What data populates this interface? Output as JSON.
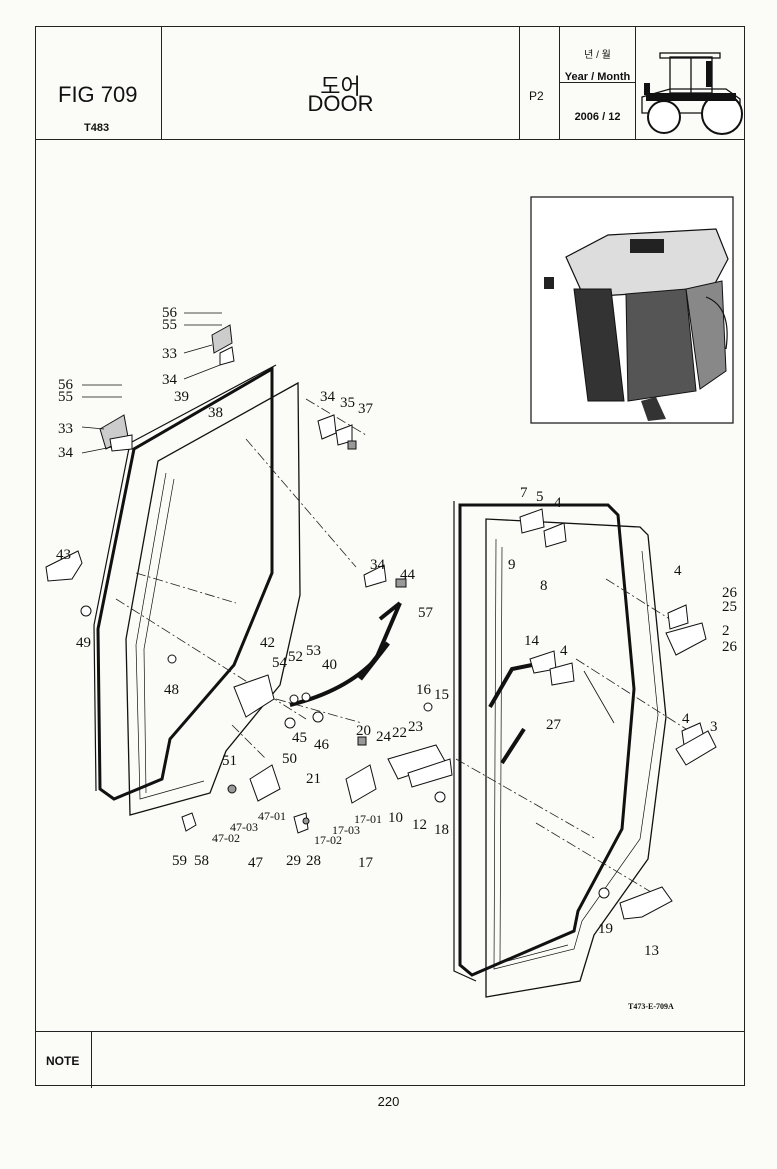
{
  "header": {
    "fig_no": "FIG 709",
    "model": "T483",
    "title_ko": "도어",
    "title_en": "DOOR",
    "page": "P2",
    "year_month_ko": "년 / 월",
    "year_month_en": "Year / Month",
    "date": "2006 / 12"
  },
  "drawing": {
    "code": "T473-E-709A",
    "callouts": {
      "c56a": "56",
      "c55a": "55",
      "c33a": "33",
      "c34a": "34",
      "c56b": "56",
      "c55b": "55",
      "c39": "39",
      "c38": "38",
      "c33b": "33",
      "c34b": "34",
      "c34c": "34",
      "c35": "35",
      "c37": "37",
      "c43": "43",
      "c49": "49",
      "c48": "48",
      "c34d": "34",
      "c44": "44",
      "c57": "57",
      "c42": "42",
      "c54": "54",
      "c52": "52",
      "c53": "53",
      "c40": "40",
      "c45": "45",
      "c46": "46",
      "c50": "50",
      "c51": "51",
      "c47_01": "47-01",
      "c47_03": "47-03",
      "c47_02": "47-02",
      "c59": "59",
      "c58": "58",
      "c47": "47",
      "c21": "21",
      "c17_01": "17-01",
      "c17_03": "17-03",
      "c17_02": "17-02",
      "c29": "29",
      "c28": "28",
      "c17": "17",
      "c20": "20",
      "c24": "24",
      "c22": "22",
      "c23": "23",
      "c16": "16",
      "c15": "15",
      "c10": "10",
      "c12": "12",
      "c18": "18",
      "c7": "7",
      "c5": "5",
      "c4a": "4",
      "c9": "9",
      "c8": "8",
      "c4b": "4",
      "c26a": "26",
      "c25": "25",
      "c2": "2",
      "c26b": "26",
      "c14": "14",
      "c4c": "4",
      "c27": "27",
      "c4d": "4",
      "c3": "3",
      "c19": "19",
      "c13": "13"
    }
  },
  "note": {
    "label": "NOTE"
  },
  "footer": {
    "page_number": "220"
  }
}
